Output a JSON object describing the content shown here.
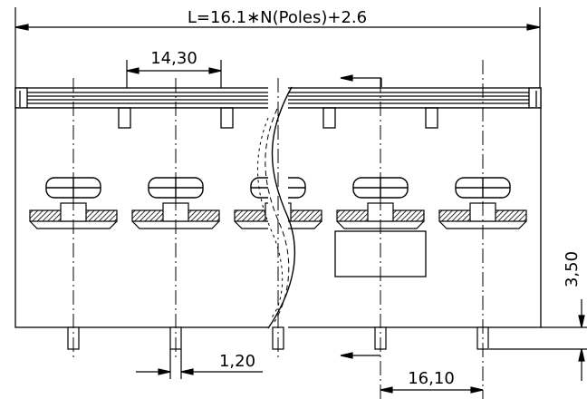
{
  "dimensions": {
    "overall_length": "L=16.1∗N(Poles)+2.6",
    "pole_pitch_a": "14,30",
    "pin_width": "1,20",
    "pole_pitch_b": "16,10",
    "pin_length": "3,50"
  },
  "poles": 5
}
